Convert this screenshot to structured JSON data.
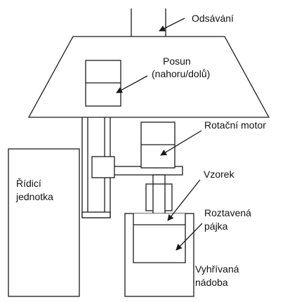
{
  "labels": {
    "suction": "Odsávání",
    "feed_line1": "Posun",
    "feed_line2": "(nahoru/dolů)",
    "rotary_motor": "Rotační motor",
    "control_line1": "Řídicí",
    "control_line2": "jednotka",
    "sample": "Vzorek",
    "molten_line1": "Roztavená",
    "molten_line2": "pájka",
    "heated_line1": "Vyhřívaná",
    "heated_line2": "nádoba"
  },
  "colors": {
    "stroke": "#1a1a1a",
    "fill": "#ffffff",
    "text": "#111111"
  }
}
